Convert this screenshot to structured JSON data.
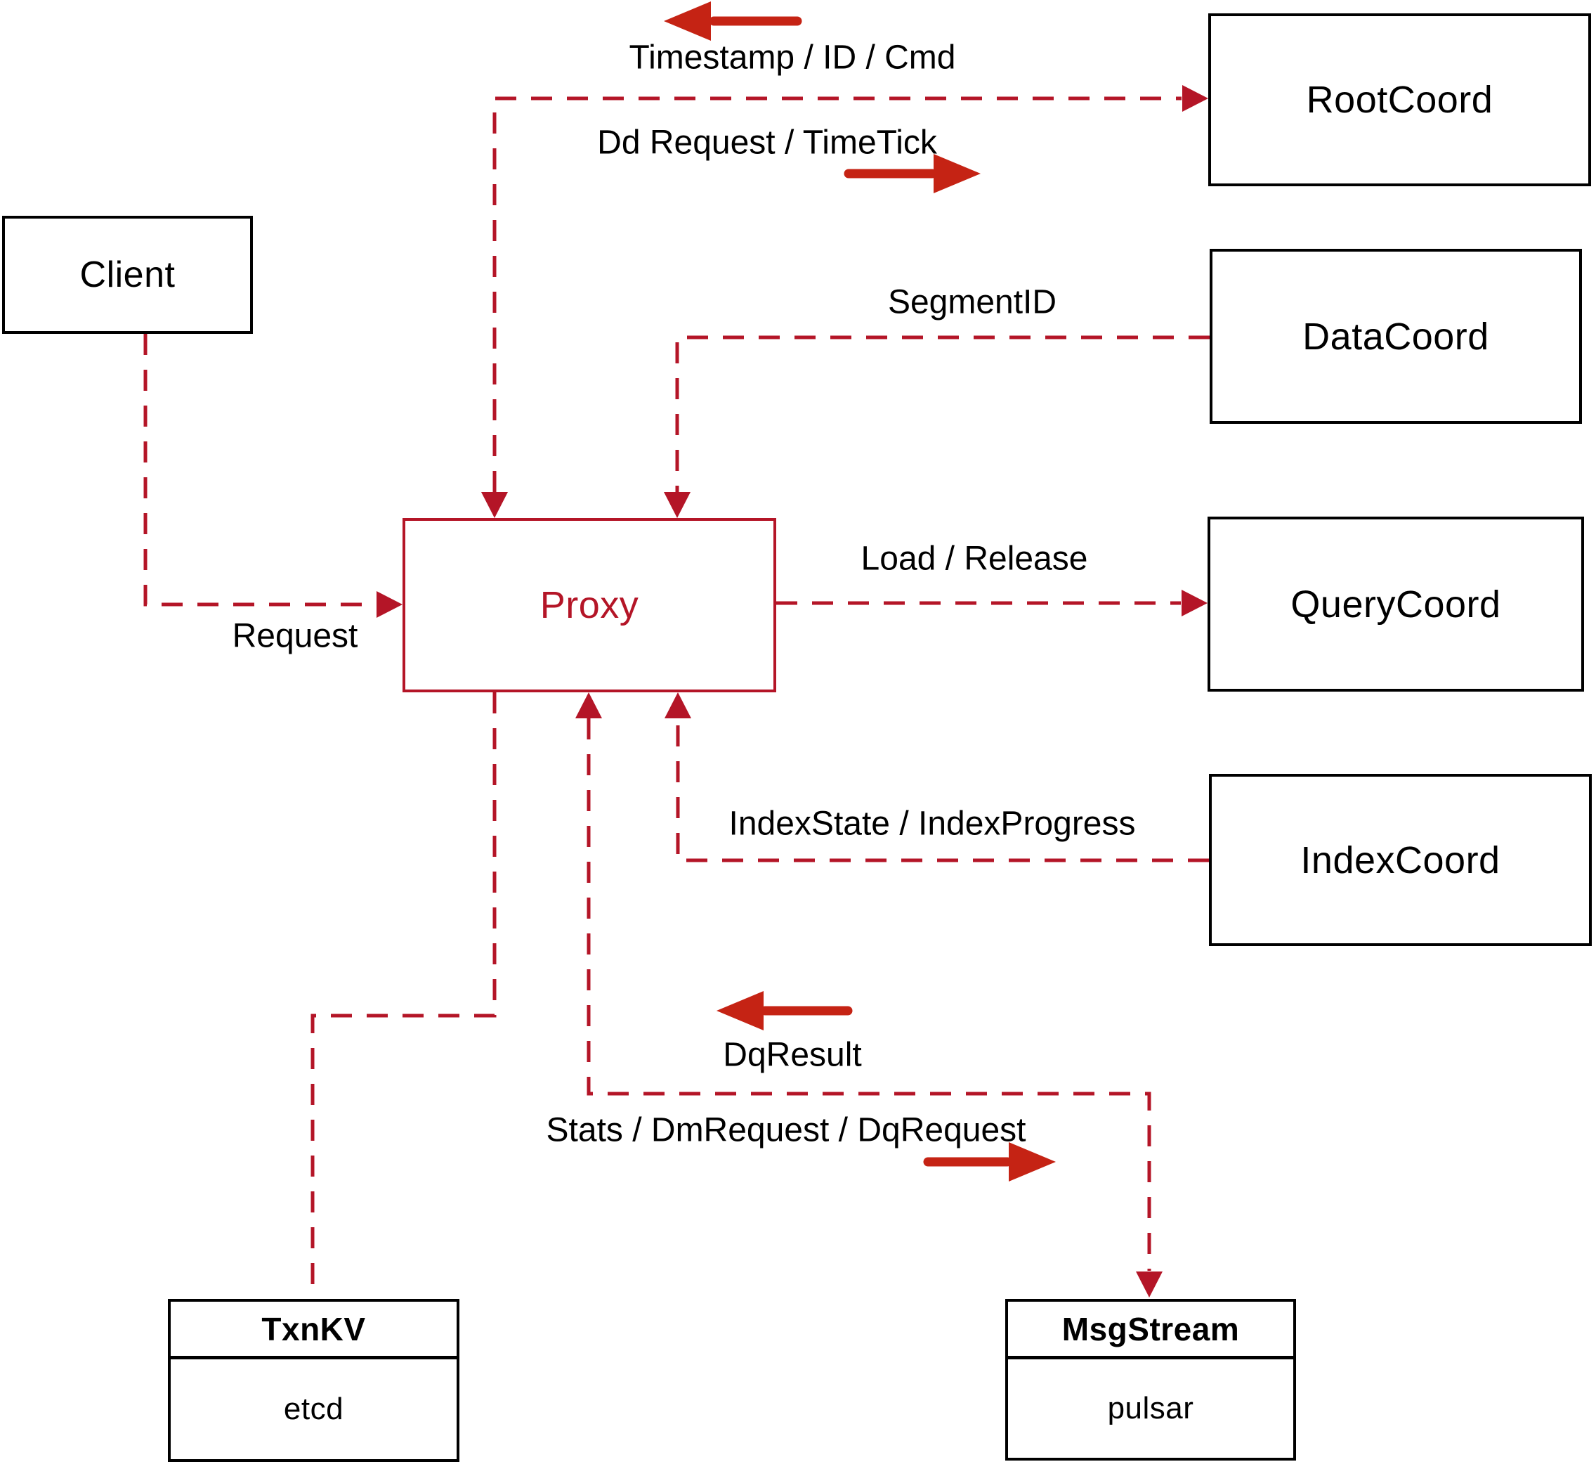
{
  "diagram": {
    "nodes": {
      "client": {
        "label": "Client"
      },
      "proxy": {
        "label": "Proxy"
      },
      "root_coord": {
        "label": "RootCoord"
      },
      "data_coord": {
        "label": "DataCoord"
      },
      "query_coord": {
        "label": "QueryCoord"
      },
      "index_coord": {
        "label": "IndexCoord"
      },
      "txn_kv": {
        "title": "TxnKV",
        "subtitle": "etcd"
      },
      "msg_stream": {
        "title": "MsgStream",
        "subtitle": "pulsar"
      }
    },
    "edge_labels": {
      "timestamp_id_cmd": "Timestamp / ID / Cmd",
      "dd_request_timetick": "Dd Request / TimeTick",
      "segment_id": "SegmentID",
      "load_release": "Load / Release",
      "index_state_progress": "IndexState / IndexProgress",
      "request": "Request",
      "dq_result": "DqResult",
      "stats_dm_dq": "Stats / DmRequest / DqRequest"
    },
    "colors": {
      "line": "#b41527",
      "arrow": "#c52314",
      "node_border": "#000000",
      "text": "#000000"
    }
  }
}
